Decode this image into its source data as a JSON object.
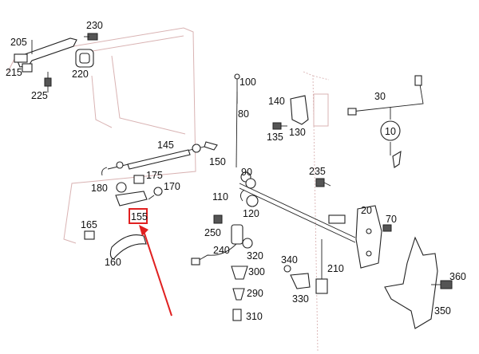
{
  "diagram": {
    "part_numbers": {
      "p10": "10",
      "p20": "20",
      "p30": "30",
      "p70": "70",
      "p80": "80",
      "p90": "90",
      "p100": "100",
      "p110": "110",
      "p120": "120",
      "p130": "130",
      "p135": "135",
      "p140": "140",
      "p145": "145",
      "p150": "150",
      "p155": "155",
      "p160": "160",
      "p165": "165",
      "p170": "170",
      "p175": "175",
      "p180": "180",
      "p205": "205",
      "p210": "210",
      "p215": "215",
      "p220": "220",
      "p225": "225",
      "p230": "230",
      "p235": "235",
      "p240": "240",
      "p250": "250",
      "p290": "290",
      "p300": "300",
      "p310": "310",
      "p320": "320",
      "p330": "330",
      "p340": "340",
      "p350": "350",
      "p360": "360"
    },
    "highlight": {
      "color": "#e02020"
    }
  }
}
